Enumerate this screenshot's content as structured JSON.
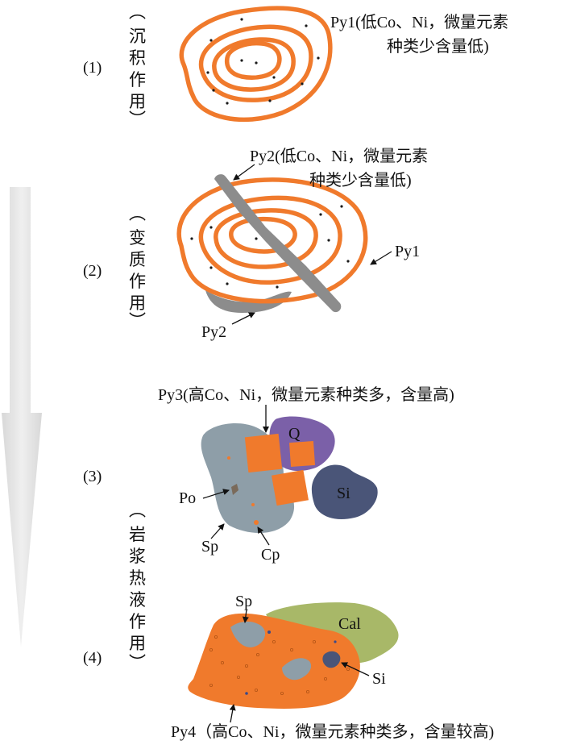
{
  "stages": [
    {
      "number": "(1)",
      "process": [
        "沉",
        "积",
        "作",
        "用"
      ]
    },
    {
      "number": "(2)",
      "process": [
        "变",
        "质",
        "作",
        "用"
      ]
    },
    {
      "number": "(3)"
    },
    {
      "number": "(4)"
    }
  ],
  "hydrothermal_process": [
    "岩",
    "浆",
    "热",
    "液",
    "作",
    "用"
  ],
  "bracket_open": "︵",
  "bracket_close": "︶",
  "labels": {
    "py1_line1": "Py1(低Co、Ni，微量元素",
    "py1_line2": "种类少含量低)",
    "py2_line1": "Py2(低Co、Ni，微量元素",
    "py2_line2": "种类少含量低)",
    "py1_side": "Py1",
    "py2_bottom": "Py2",
    "py3": "Py3(高Co、Ni，微量元素种类多，含量高)",
    "q": "Q",
    "po": "Po",
    "si3": "Si",
    "sp3": "Sp",
    "cp": "Cp",
    "sp4": "Sp",
    "cal": "Cal",
    "si4": "Si",
    "py4": "Py4（高Co、Ni，微量元素种类多，含量较高)"
  },
  "colors": {
    "pyrite": "#F07A2C",
    "py2_gray": "#8c8c8c",
    "sphalerite": "#8E9EA8",
    "quartz": "#7B60A8",
    "silicate": "#4A5578",
    "pyrrhotite": "#7a6a5a",
    "calcite": "#A8B868",
    "arrow_gray": "#e4e4e4"
  }
}
